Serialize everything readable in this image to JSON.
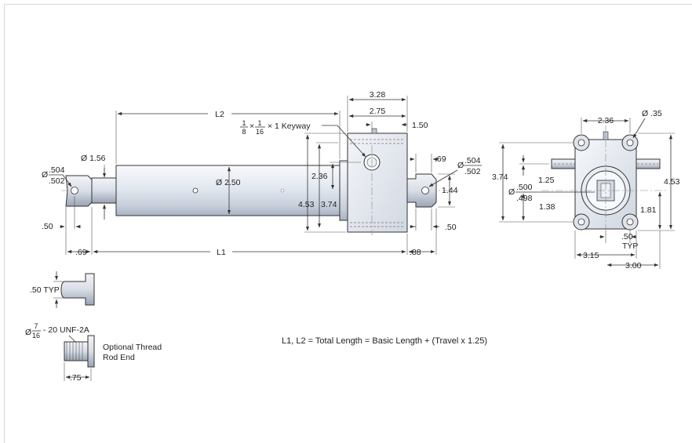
{
  "labels": {
    "l2": "L2",
    "l1": "L1",
    "keyway_num1": "1",
    "keyway_den1": "8",
    "keyway_x1": "×",
    "keyway_num2": "1",
    "keyway_den2": "16",
    "keyway_rest": "× 1  Keyway",
    "dia_156": "Ø 1.56",
    "dia_250": "Ø 2.50",
    "rod_dia_sym": "Ø",
    "rod_dia_top": ".504",
    "rod_dia_bot": ".502",
    "left_50": ".50",
    "left_69": ".69",
    "d_236": "2.36",
    "d_453": "4.53",
    "d_374": "3.74",
    "d_328": "3.28",
    "d_275": "2.75",
    "d_150": "1.50",
    "d_69": ".69",
    "pin_dia_sym": "Ø",
    "pin_dia_top": ".504",
    "pin_dia_bot": ".502",
    "d_144": "1.44",
    "right_50": ".50",
    "right_88": ".88",
    "ev_236": "2.36",
    "ev_dia35": "Ø .35",
    "ev_374": "3.74",
    "ev_125": "1.25",
    "ev_bore_sym": "Ø",
    "ev_bore_top": ".500",
    "ev_bore_bot": ".498",
    "ev_138": "1.38",
    "ev_453": "4.53",
    "ev_181": "1.81",
    "ev_50": ".50",
    "ev_typ": "TYP",
    "ev_315": "3.15",
    "ev_300": "3.00",
    "pin_typ": ".50 TYP",
    "thread_sym": "Ø",
    "thread_num": "7",
    "thread_den": "16",
    "thread_rest": "- 20 UNF-2A",
    "thread_title1": "Optional Thread",
    "thread_title2": "Rod End",
    "thread_75": ".75",
    "formula": "L1, L2 = Total Length = Basic Length + (Travel x 1.25)"
  },
  "colors": {
    "metal_light": "#eef1f6",
    "metal_mid": "#c4ccd8",
    "metal_dark": "#8e98a8",
    "line": "#333333"
  }
}
